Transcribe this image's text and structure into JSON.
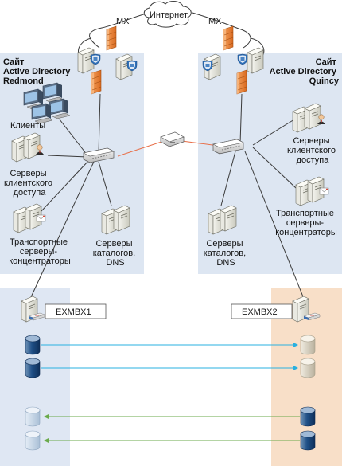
{
  "internet": {
    "label": "Интернет"
  },
  "mx": {
    "left": "MX",
    "right": "MX"
  },
  "site_left": {
    "title": [
      "Сайт",
      "Active Directory",
      "Redmond"
    ],
    "clients": "Клиенты",
    "cas": [
      "Серверы",
      "клиентского",
      "доступа"
    ],
    "hub": [
      "Транспортные",
      "серверы-",
      "концентраторы"
    ],
    "gc": [
      "Серверы",
      "каталогов,",
      "DNS"
    ]
  },
  "site_right": {
    "title": [
      "Сайт",
      "Active Directory",
      "Quincy"
    ],
    "cas": [
      "Серверы",
      "клиентского",
      "доступа"
    ],
    "hub": [
      "Транспортные",
      "серверы-",
      "концентраторы"
    ],
    "gc": [
      "Серверы",
      "каталогов,",
      "DNS"
    ]
  },
  "mailbox": {
    "left": "EXMBX1",
    "right": "EXMBX2"
  },
  "colors": {
    "site_bg": "#dde6f2",
    "left_mbx_bg": "#dfe7f3",
    "right_mbx_bg": "#f8dfc8",
    "wan_link": "#e8704a",
    "replication_out": "#2ab0e0",
    "replication_in": "#6aaa4a",
    "firewall": "#e8843a"
  }
}
